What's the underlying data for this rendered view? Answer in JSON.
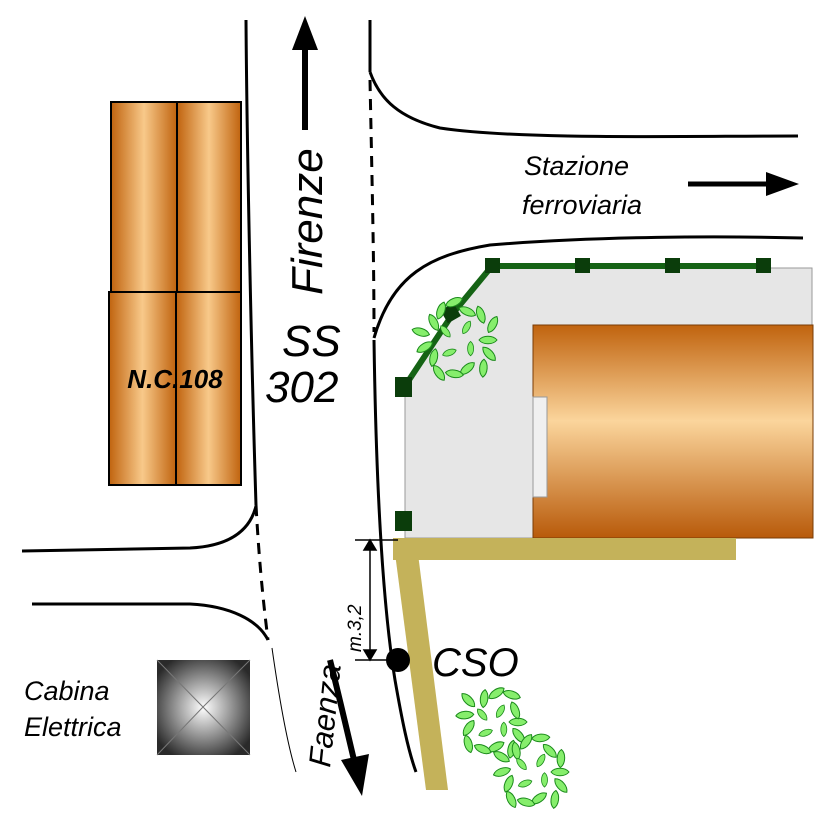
{
  "labels": {
    "firenze": "Firenze",
    "ss": "SS",
    "ss_number": "302",
    "stazione": "Stazione",
    "ferroviaria": "ferroviaria",
    "building": "N.C.108",
    "cabina": "Cabina",
    "elettrica": "Elettrica",
    "faenza": "Faenza",
    "cso": "CSO",
    "distance": "m.3,2"
  },
  "colors": {
    "building": "#f8c98a",
    "building_edge": "#c0630e",
    "yard": "#e6e6e6",
    "fence": "#156315",
    "fence_post": "#0b3d0b",
    "tan_wall": "#c4b25a",
    "tree": "#86ee6c",
    "tree_edge": "#1b8a1b",
    "line": "#000000"
  },
  "icons": {
    "road_arrow_north": "arrow-up-icon",
    "road_arrow_south": "arrow-down-icon",
    "station_arrow": "arrow-right-icon",
    "cso_marker": "filled-circle-icon",
    "cabina": "electric-cabin-icon",
    "tree": "tree-icon"
  }
}
